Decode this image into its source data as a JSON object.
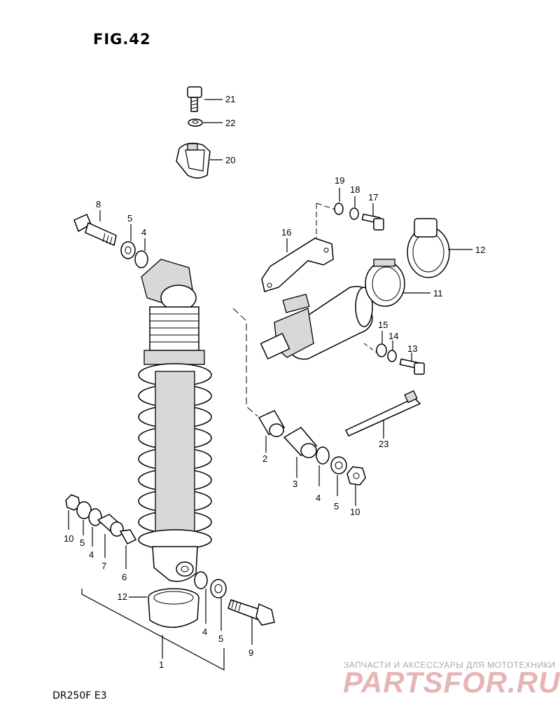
{
  "figure": {
    "title": "FIG.42",
    "model": "DR250F  E3"
  },
  "watermark": {
    "tagline": "ЗАПЧАСТИ И АКСЕССУАРЫ ДЛЯ МОТОТЕХНИКИ",
    "logo_text": "PARTSFOR.RU",
    "color": "#e6b5b5"
  },
  "callouts": [
    "21",
    "22",
    "20",
    "19",
    "18",
    "17",
    "8",
    "5",
    "4",
    "16",
    "12",
    "11",
    "15",
    "14",
    "13",
    "23",
    "2",
    "3",
    "4",
    "5",
    "10",
    "10",
    "5",
    "4",
    "7",
    "6",
    "12",
    "4",
    "5",
    "9",
    "1"
  ]
}
